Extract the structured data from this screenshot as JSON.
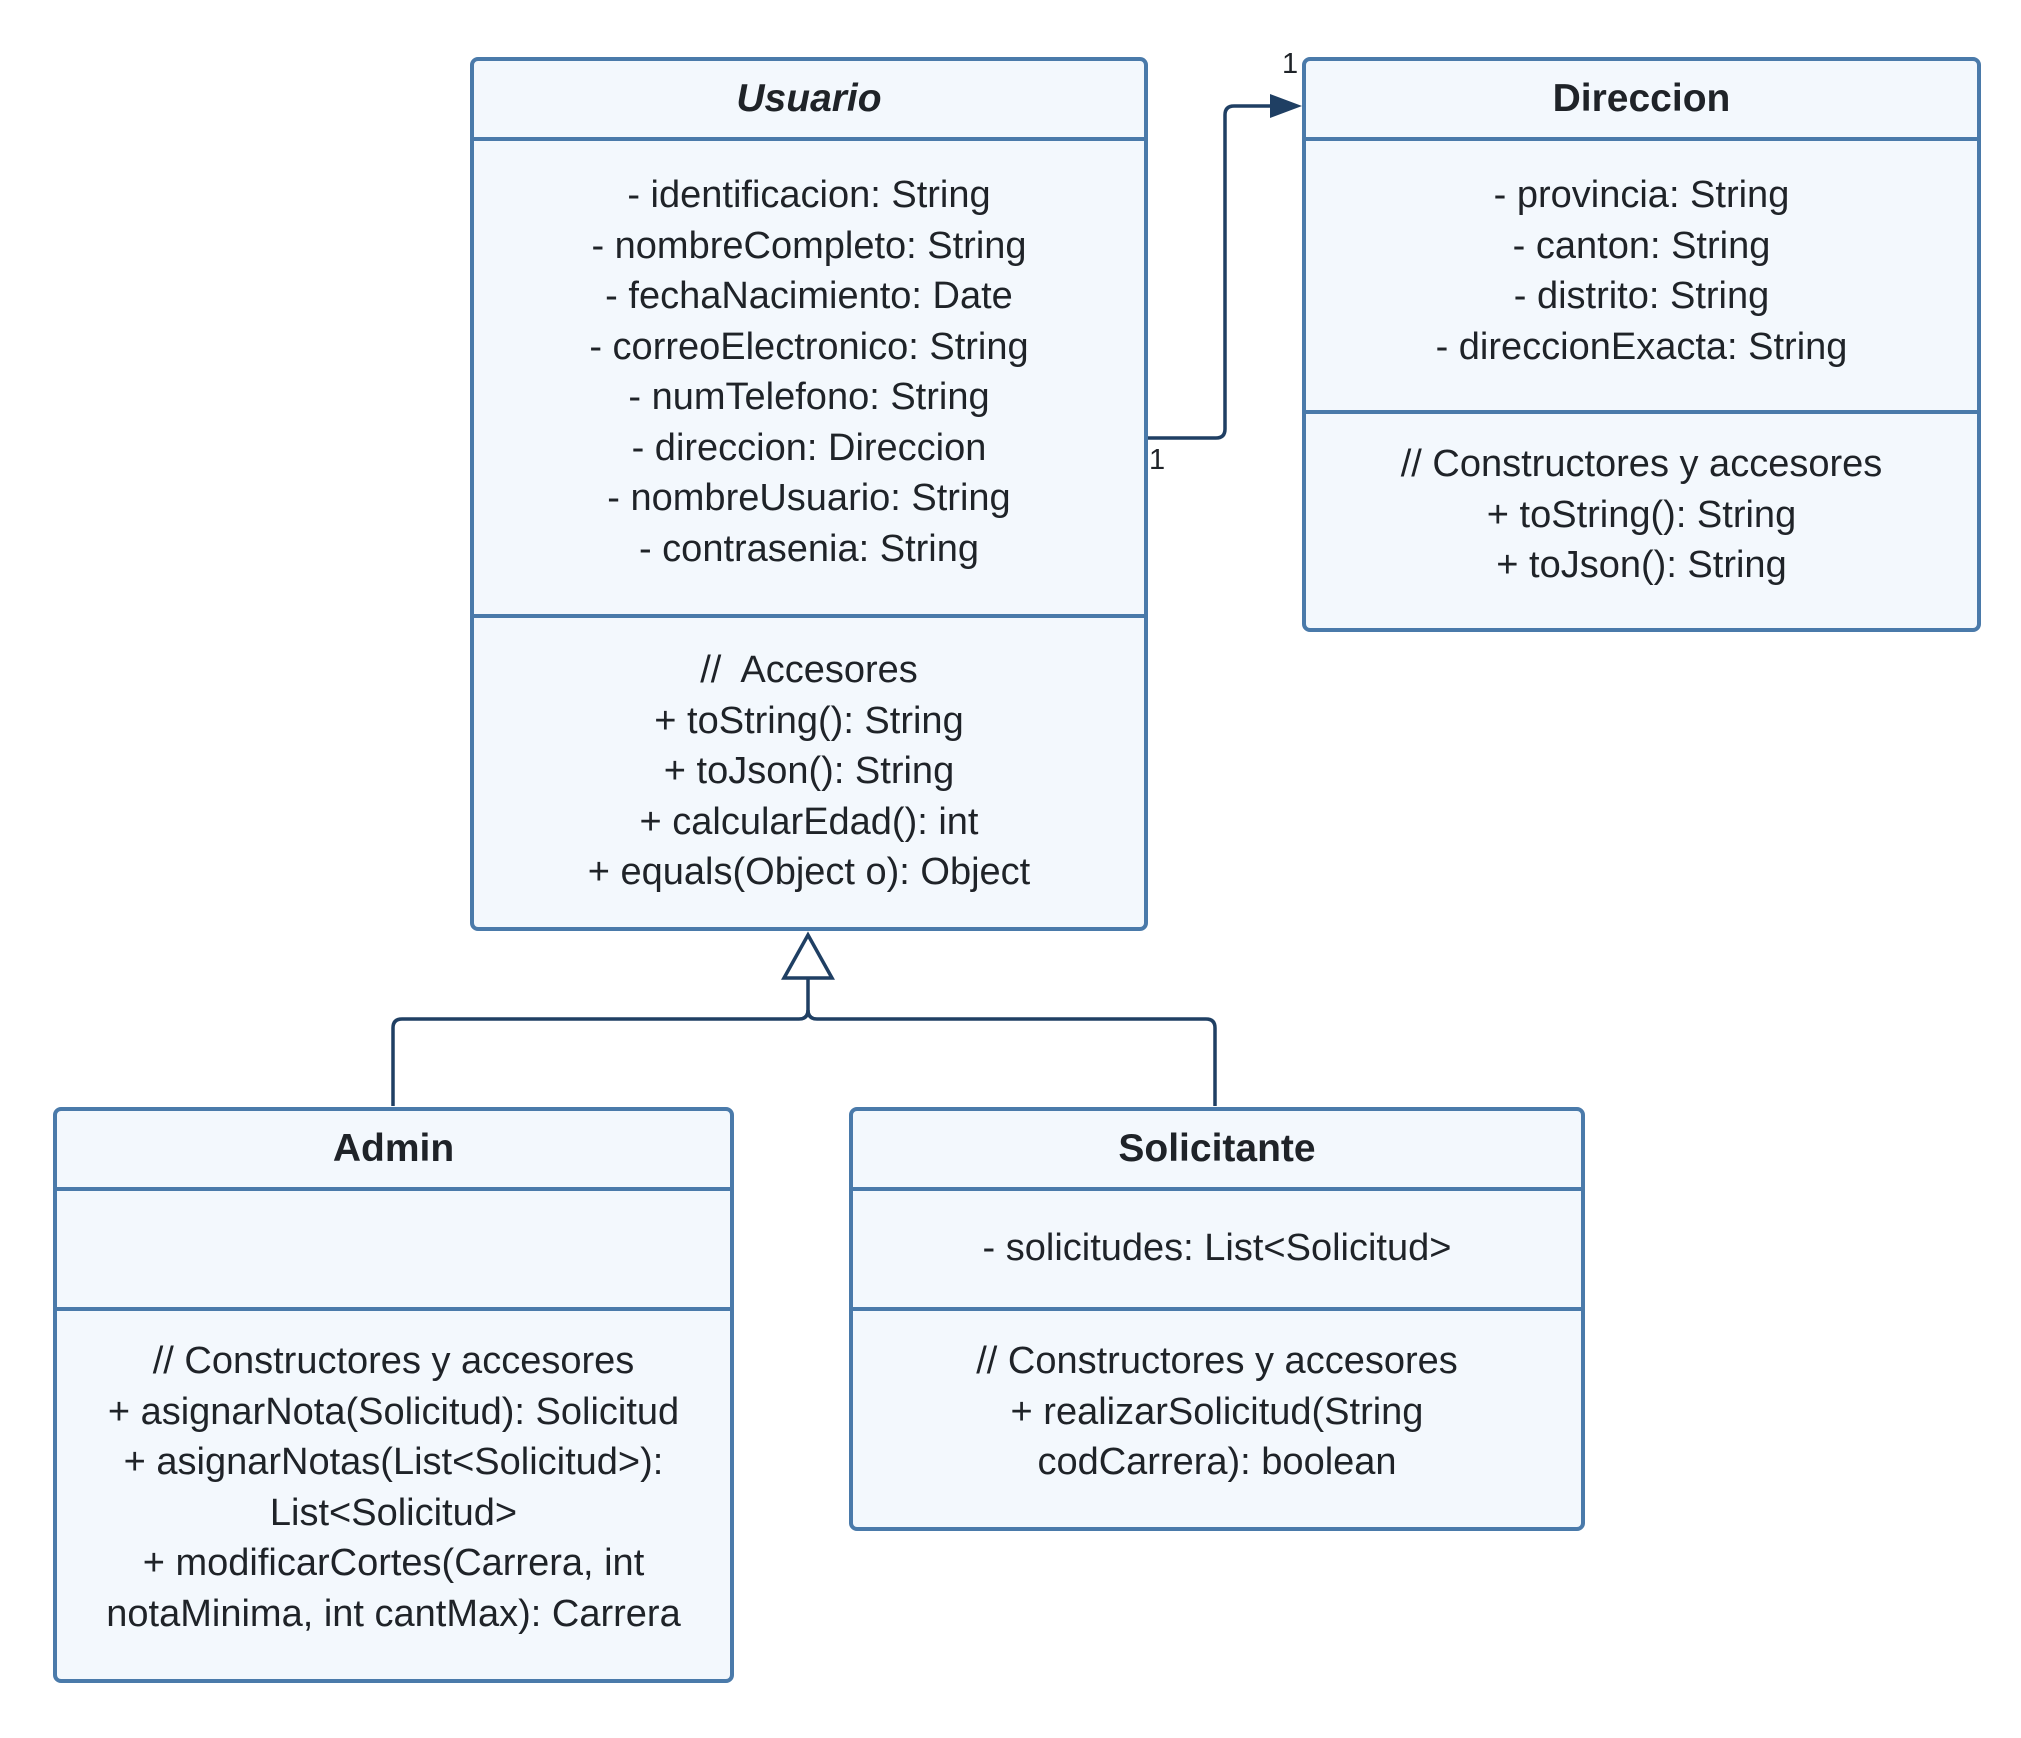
{
  "classes": {
    "usuario": {
      "name": "Usuario",
      "attributes": [
        "- identificacion: String",
        "- nombreCompleto: String",
        "- fechaNacimiento: Date",
        "- correoElectronico: String",
        "- numTelefono: String",
        "- direccion: Direccion",
        "- nombreUsuario: String",
        "- contrasenia: String"
      ],
      "methods": [
        "//  Accesores",
        "+ toString(): String",
        "+ toJson(): String",
        "+ calcularEdad(): int",
        "+ equals(Object o): Object"
      ]
    },
    "direccion": {
      "name": "Direccion",
      "attributes": [
        "- provincia: String",
        "- canton: String",
        "- distrito: String",
        "- direccionExacta: String"
      ],
      "methods": [
        "// Constructores y accesores",
        "+ toString(): String",
        "+ toJson(): String"
      ]
    },
    "admin": {
      "name": "Admin",
      "attributes": [],
      "methods": [
        "// Constructores y accesores",
        "+ asignarNota(Solicitud): Solicitud",
        "+ asignarNotas(List<Solicitud>):",
        "List<Solicitud>",
        "+ modificarCortes(Carrera, int",
        "notaMinima, int cantMax): Carrera"
      ]
    },
    "solicitante": {
      "name": "Solicitante",
      "attributes": [
        "- solicitudes: List<Solicitud>"
      ],
      "methods": [
        "// Constructores y accesores",
        "+ realizarSolicitud(String",
        "codCarrera): boolean"
      ]
    }
  },
  "association": {
    "source_multiplicity": "1",
    "target_multiplicity": "1"
  },
  "colors": {
    "border": "#4a7aaa",
    "fill": "#f3f8fd",
    "connector": "#1f3f63"
  }
}
